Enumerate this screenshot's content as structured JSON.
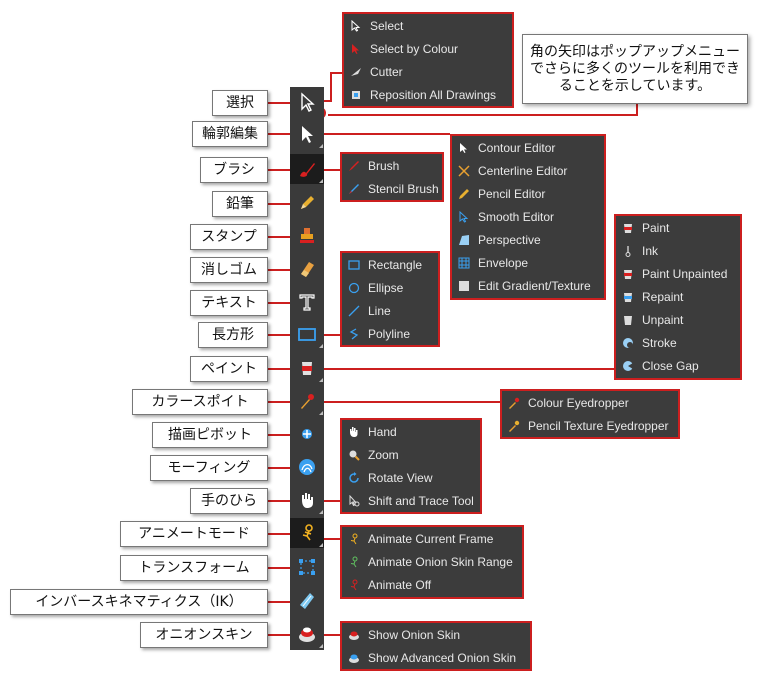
{
  "callout": {
    "text": "角の矢印はポップアップメニューでさらに多くのツールを利用できることを示しています。"
  },
  "labels": [
    "選択",
    "輪郭編集",
    "ブラシ",
    "鉛筆",
    "スタンプ",
    "消しゴム",
    "テキスト",
    "長方形",
    "ペイント",
    "カラースポイト",
    "描画ピボット",
    "モーフィング",
    "手のひら",
    "アニメートモード",
    "トランスフォーム",
    "インバースキネマティクス（IK）",
    "オニオンスキン"
  ],
  "menus": {
    "select": [
      "Select",
      "Select by Colour",
      "Cutter",
      "Reposition All Drawings"
    ],
    "brush": [
      "Brush",
      "Stencil Brush"
    ],
    "contour": [
      "Contour Editor",
      "Centerline Editor",
      "Pencil Editor",
      "Smooth Editor",
      "Perspective",
      "Envelope",
      "Edit Gradient/Texture"
    ],
    "rectangle": [
      "Rectangle",
      "Ellipse",
      "Line",
      "Polyline"
    ],
    "paint": [
      "Paint",
      "Ink",
      "Paint Unpainted",
      "Repaint",
      "Unpaint",
      "Stroke",
      "Close Gap"
    ],
    "eyedropper": [
      "Colour Eyedropper",
      "Pencil Texture Eyedropper"
    ],
    "hand": [
      "Hand",
      "Zoom",
      "Rotate View",
      "Shift and Trace Tool"
    ],
    "animate": [
      "Animate Current Frame",
      "Animate Onion Skin Range",
      "Animate Off"
    ],
    "onion": [
      "Show Onion Skin",
      "Show Advanced Onion Skin"
    ]
  },
  "colors": {
    "accent": "#cc1f1f",
    "panel": "#3c3c3c",
    "toolbar": "#3a3a3a"
  }
}
